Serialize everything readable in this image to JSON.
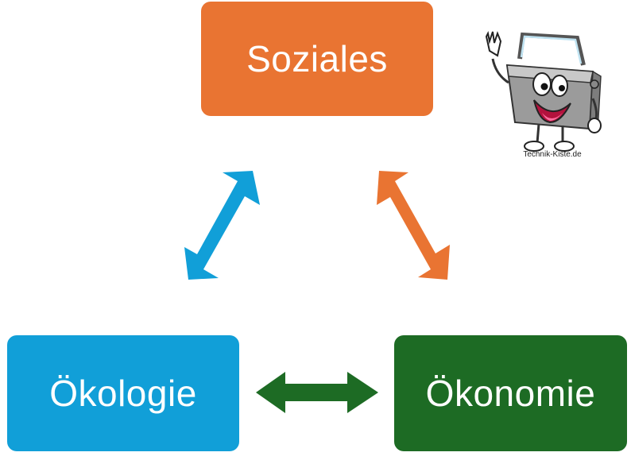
{
  "nodes": {
    "soziales": {
      "label": "Soziales",
      "color": "#E97432"
    },
    "oekologie": {
      "label": "Ökologie",
      "color": "#119FD8"
    },
    "oekonomie": {
      "label": "Ökonomie",
      "color": "#1D6B24"
    }
  },
  "arrows": {
    "soziales_oekologie": {
      "color": "#119FD8"
    },
    "soziales_oekonomie": {
      "color": "#E97432"
    },
    "oekologie_oekonomie": {
      "color": "#1D6B24"
    }
  },
  "logo": {
    "caption": "Technik-Kiste.de"
  }
}
